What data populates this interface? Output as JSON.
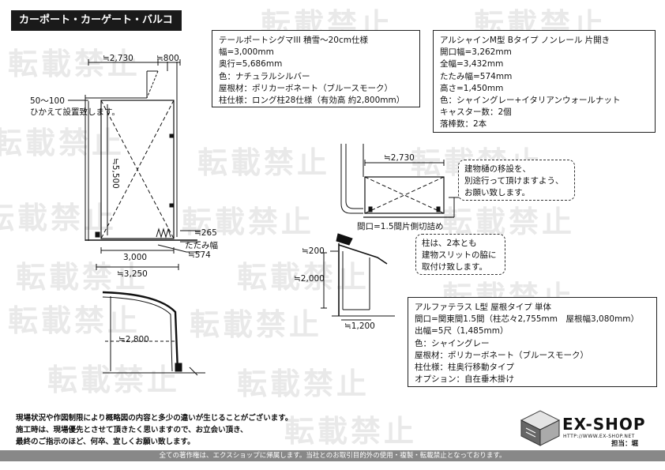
{
  "header_title": "カーポート・カーゲート・バルコニー屋根",
  "watermark_text": "転載禁止",
  "spec_tail": {
    "lines": [
      "テールポートシグマIII 積雪〜20cm仕様",
      "幅=3,000mm",
      "奥行=5,686mm",
      "色：ナチュラルシルバー",
      "屋根材：ポリカーボネート（ブルースモーク）",
      "柱仕様：ロング柱28仕様（有効高 約2,800mm）"
    ]
  },
  "spec_alshine": {
    "lines": [
      "アルシャインM型 Bタイプ ノンレール 片開き",
      "開口幅=3,262mm",
      "全幅=3,432mm",
      "たたみ幅=574mm",
      "高さ=1,450mm",
      "色：シャイングレー+イタリアンウォールナット",
      "キャスター数：2個",
      "落棒数：2本"
    ]
  },
  "spec_alfa": {
    "lines": [
      "アルファテラス L型 屋根タイプ 単体",
      "間口=関東間1.5間（柱芯々2,755mm　屋根幅3,080mm）",
      "出幅=5尺（1,485mm）",
      "色：シャイングレー",
      "屋根材：ポリカーボネート（ブルースモーク）",
      "柱仕様：柱奥行移動タイプ",
      "オプション：自在垂木掛け"
    ]
  },
  "carport_dims": {
    "top_width": "≒2,730",
    "top_right": "≒800",
    "setback": "50〜100",
    "setback_note": "ひかえて設置致します。",
    "depth": "≒5,500",
    "width_a": "3,000",
    "width_b": "≒3,250",
    "height_side": "≒2,800"
  },
  "gate_dims": {
    "width": "≒2,730",
    "fold_h": "≒265",
    "fold_label": "たたみ幅",
    "fold_w": "≒574",
    "opening_note": "間口=1.5間片側切詰め"
  },
  "terrace_dims": {
    "top": "≒200",
    "height": "≒2,000",
    "bottom": "≒1,200"
  },
  "callout_drain": {
    "lines": [
      "建物樋の移設を、",
      "別途行って頂けますよう、",
      "お願い致します。"
    ]
  },
  "callout_pillar": {
    "lines": [
      "柱は、2本とも",
      "建物スリットの脇に",
      "取付け致します。"
    ]
  },
  "notes": {
    "lines": [
      "現場状況や作図制限により概略図の内容と多少の違いが生じることがございます。",
      "施工時は、現場優先とさせて頂きたく思いますので、お立会い頂き、",
      "最終のご指示のほど、何卒、宜しくお願い致します。"
    ]
  },
  "logo": {
    "name": "EX-SHOP",
    "url": "HTTP://WWW.EX-SHOP.NET"
  },
  "person_label": "担当：堀",
  "footer_text": "全ての著作権は、エクスショップに帰属します。当社とのお取引目的外の使用・複製・転載禁止となっております。"
}
